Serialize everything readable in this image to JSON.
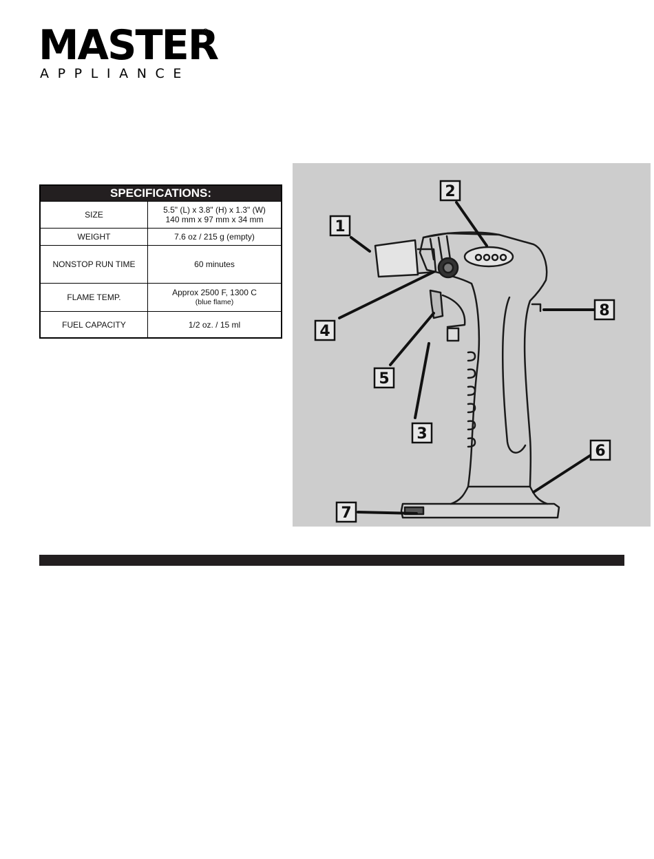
{
  "logo": {
    "brand": "MASTER",
    "registered": "®",
    "subtitle": "APPLIANCE"
  },
  "specifications": {
    "title": "SPECIFICATIONS:",
    "rows": [
      {
        "label": "SIZE",
        "value_line1": "5.5\" (L) x 3.8\" (H) x 1.3\" (W)",
        "value_line2": "140 mm x 97 mm x 34 mm"
      },
      {
        "label": "WEIGHT",
        "value_line1": "7.6 oz / 215 g (empty)"
      },
      {
        "label": "NONSTOP RUN TIME",
        "value_line1": "60 minutes"
      },
      {
        "label": "FLAME TEMP.",
        "value_line1": "Approx  2500   F, 1300  C",
        "value_line2": "(blue flame)"
      },
      {
        "label": "FUEL CAPACITY",
        "value_line1": "1/2 oz. / 15 ml"
      }
    ]
  },
  "diagram": {
    "callouts": [
      "1",
      "2",
      "3",
      "4",
      "5",
      "6",
      "7",
      "8"
    ],
    "background_color": "#cdcdcd"
  },
  "colors": {
    "dark_bar": "#231f20",
    "text": "#111111"
  }
}
